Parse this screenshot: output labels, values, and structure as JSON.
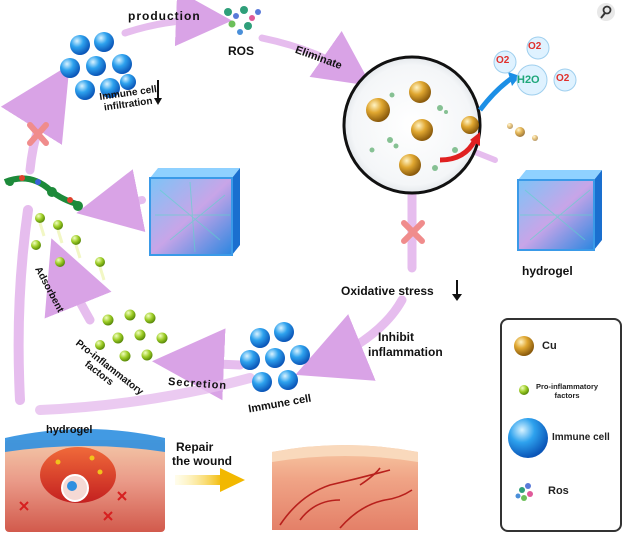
{
  "labels": {
    "production": "production",
    "ros": "ROS",
    "eliminate": "Eliminate",
    "immune_infiltration_1": "Immune cell",
    "immune_infiltration_2": "infiltration",
    "hydrogel_right": "hydrogel",
    "oxidative_stress": "Oxidative stress",
    "inhibit_1": "Inhibit",
    "inhibit_2": "inflammation",
    "immune_cell": "Immune cell",
    "secretion": "Secretion",
    "proinfl_1": "Pro-inflammatory",
    "proinfl_2": "factors",
    "adsorbent": "Adsorbent",
    "hydrogel_wound": "hydrogel",
    "repair_1": "Repair",
    "repair_2": "the wound",
    "o2": "O2",
    "h2o": "H2O"
  },
  "legend": {
    "cu": "Cu",
    "proinfl_1": "Pro-inflammatory",
    "proinfl_2": "factors",
    "immune": "Immune cell",
    "ros": "Ros"
  },
  "icons": [
    "search-icon",
    "cu-nanoparticle-icon",
    "ros-cluster-icon",
    "immune-cell-icon",
    "proinflammatory-factor-icon",
    "hydrogel-cube-icon",
    "cross-mark-icon",
    "down-arrow-icon"
  ],
  "colors": {
    "flow_arrow": "#e3b6ec",
    "cross": "#f08c8c",
    "immune_blue": "#1f8be0",
    "cu_gold": "#d49a1f",
    "factor_green": "#8bc21f",
    "hydrogel_blue": "#2e8fe0",
    "wound_red": "#d83a2c",
    "repair_arrow": "#f2c21c"
  }
}
